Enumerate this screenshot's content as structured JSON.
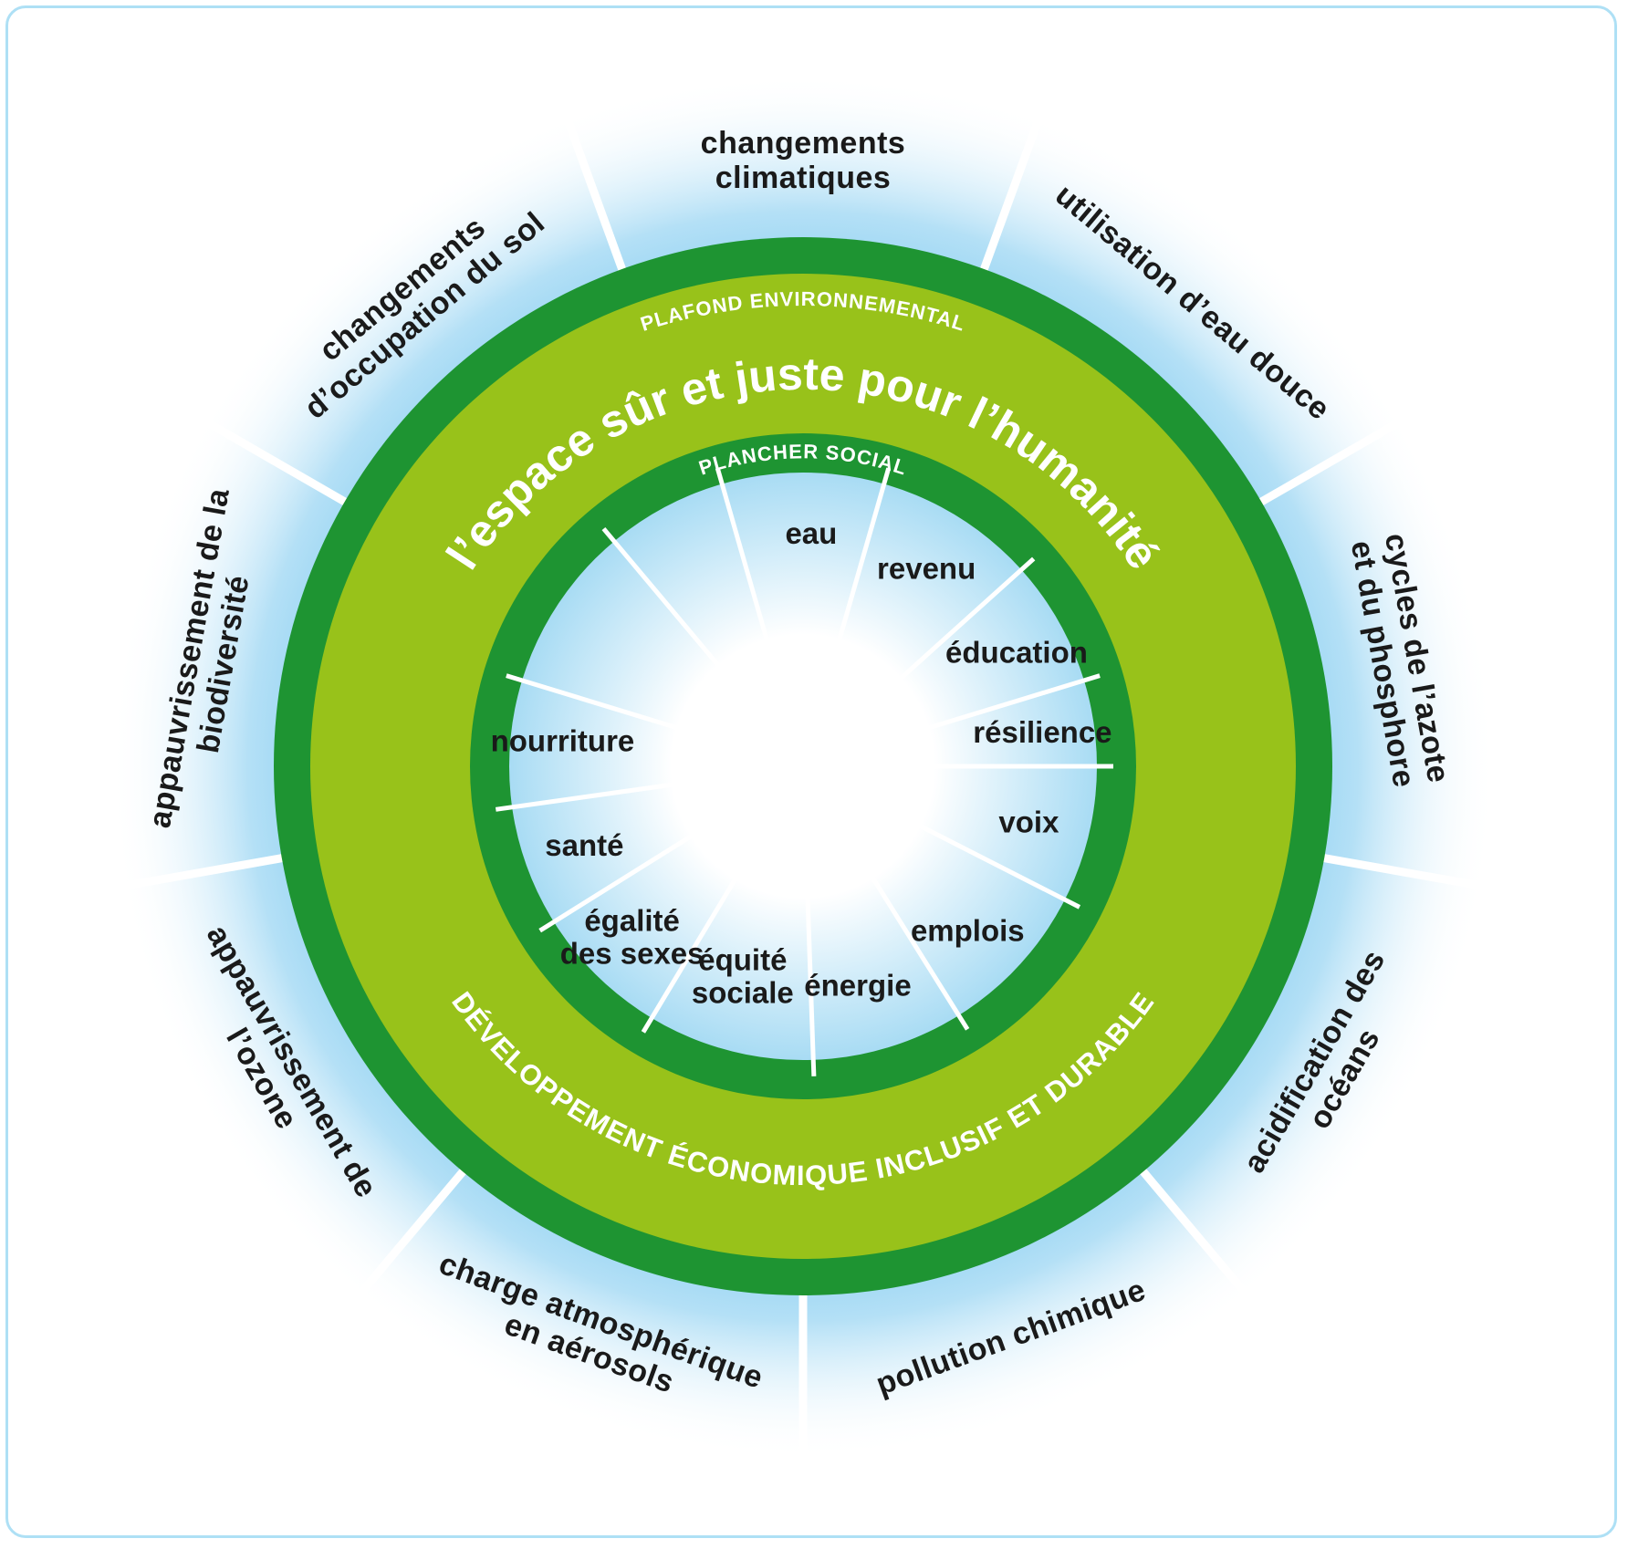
{
  "diagram": {
    "outer_segments": [
      [
        "changements",
        "climatiques"
      ],
      [
        "utilisation d’eau douce"
      ],
      [
        "cycles de l’azote",
        "et du phosphore"
      ],
      [
        "acidification des",
        "océans"
      ],
      [
        "pollution chimique"
      ],
      [
        "charge atmosphérique",
        "en aérosols"
      ],
      [
        "appauvrissement de",
        "l’ozone"
      ],
      [
        "appauvrissement de la",
        "biodiversité"
      ],
      [
        "changements",
        "d’occupation du sol"
      ]
    ],
    "ceiling_label": "PLAFOND ENVIRONNEMENTAL",
    "safe_space_label": "l’espace sûr et juste pour l’humanité",
    "development_label": "DÉVELOPPEMENT ÉCONOMIQUE INCLUSIF ET DURABLE",
    "floor_label": "PLANCHER SOCIAL",
    "inner_segments": [
      [
        "eau"
      ],
      [
        "revenu"
      ],
      [
        "éducation"
      ],
      [
        "résilience"
      ],
      [
        "voix"
      ],
      [
        "emplois"
      ],
      [
        "énergie"
      ],
      [
        "équité",
        "sociale"
      ],
      [
        "égalité",
        "des sexes"
      ],
      [
        "santé"
      ],
      [
        "nourriture"
      ]
    ],
    "colors": {
      "dark_green": "#1e9432",
      "light_green": "#98c21a",
      "sky_blue": "#7cc8ee",
      "frame_border": "#aee0f5",
      "text_dark": "#1a1a1a"
    }
  }
}
